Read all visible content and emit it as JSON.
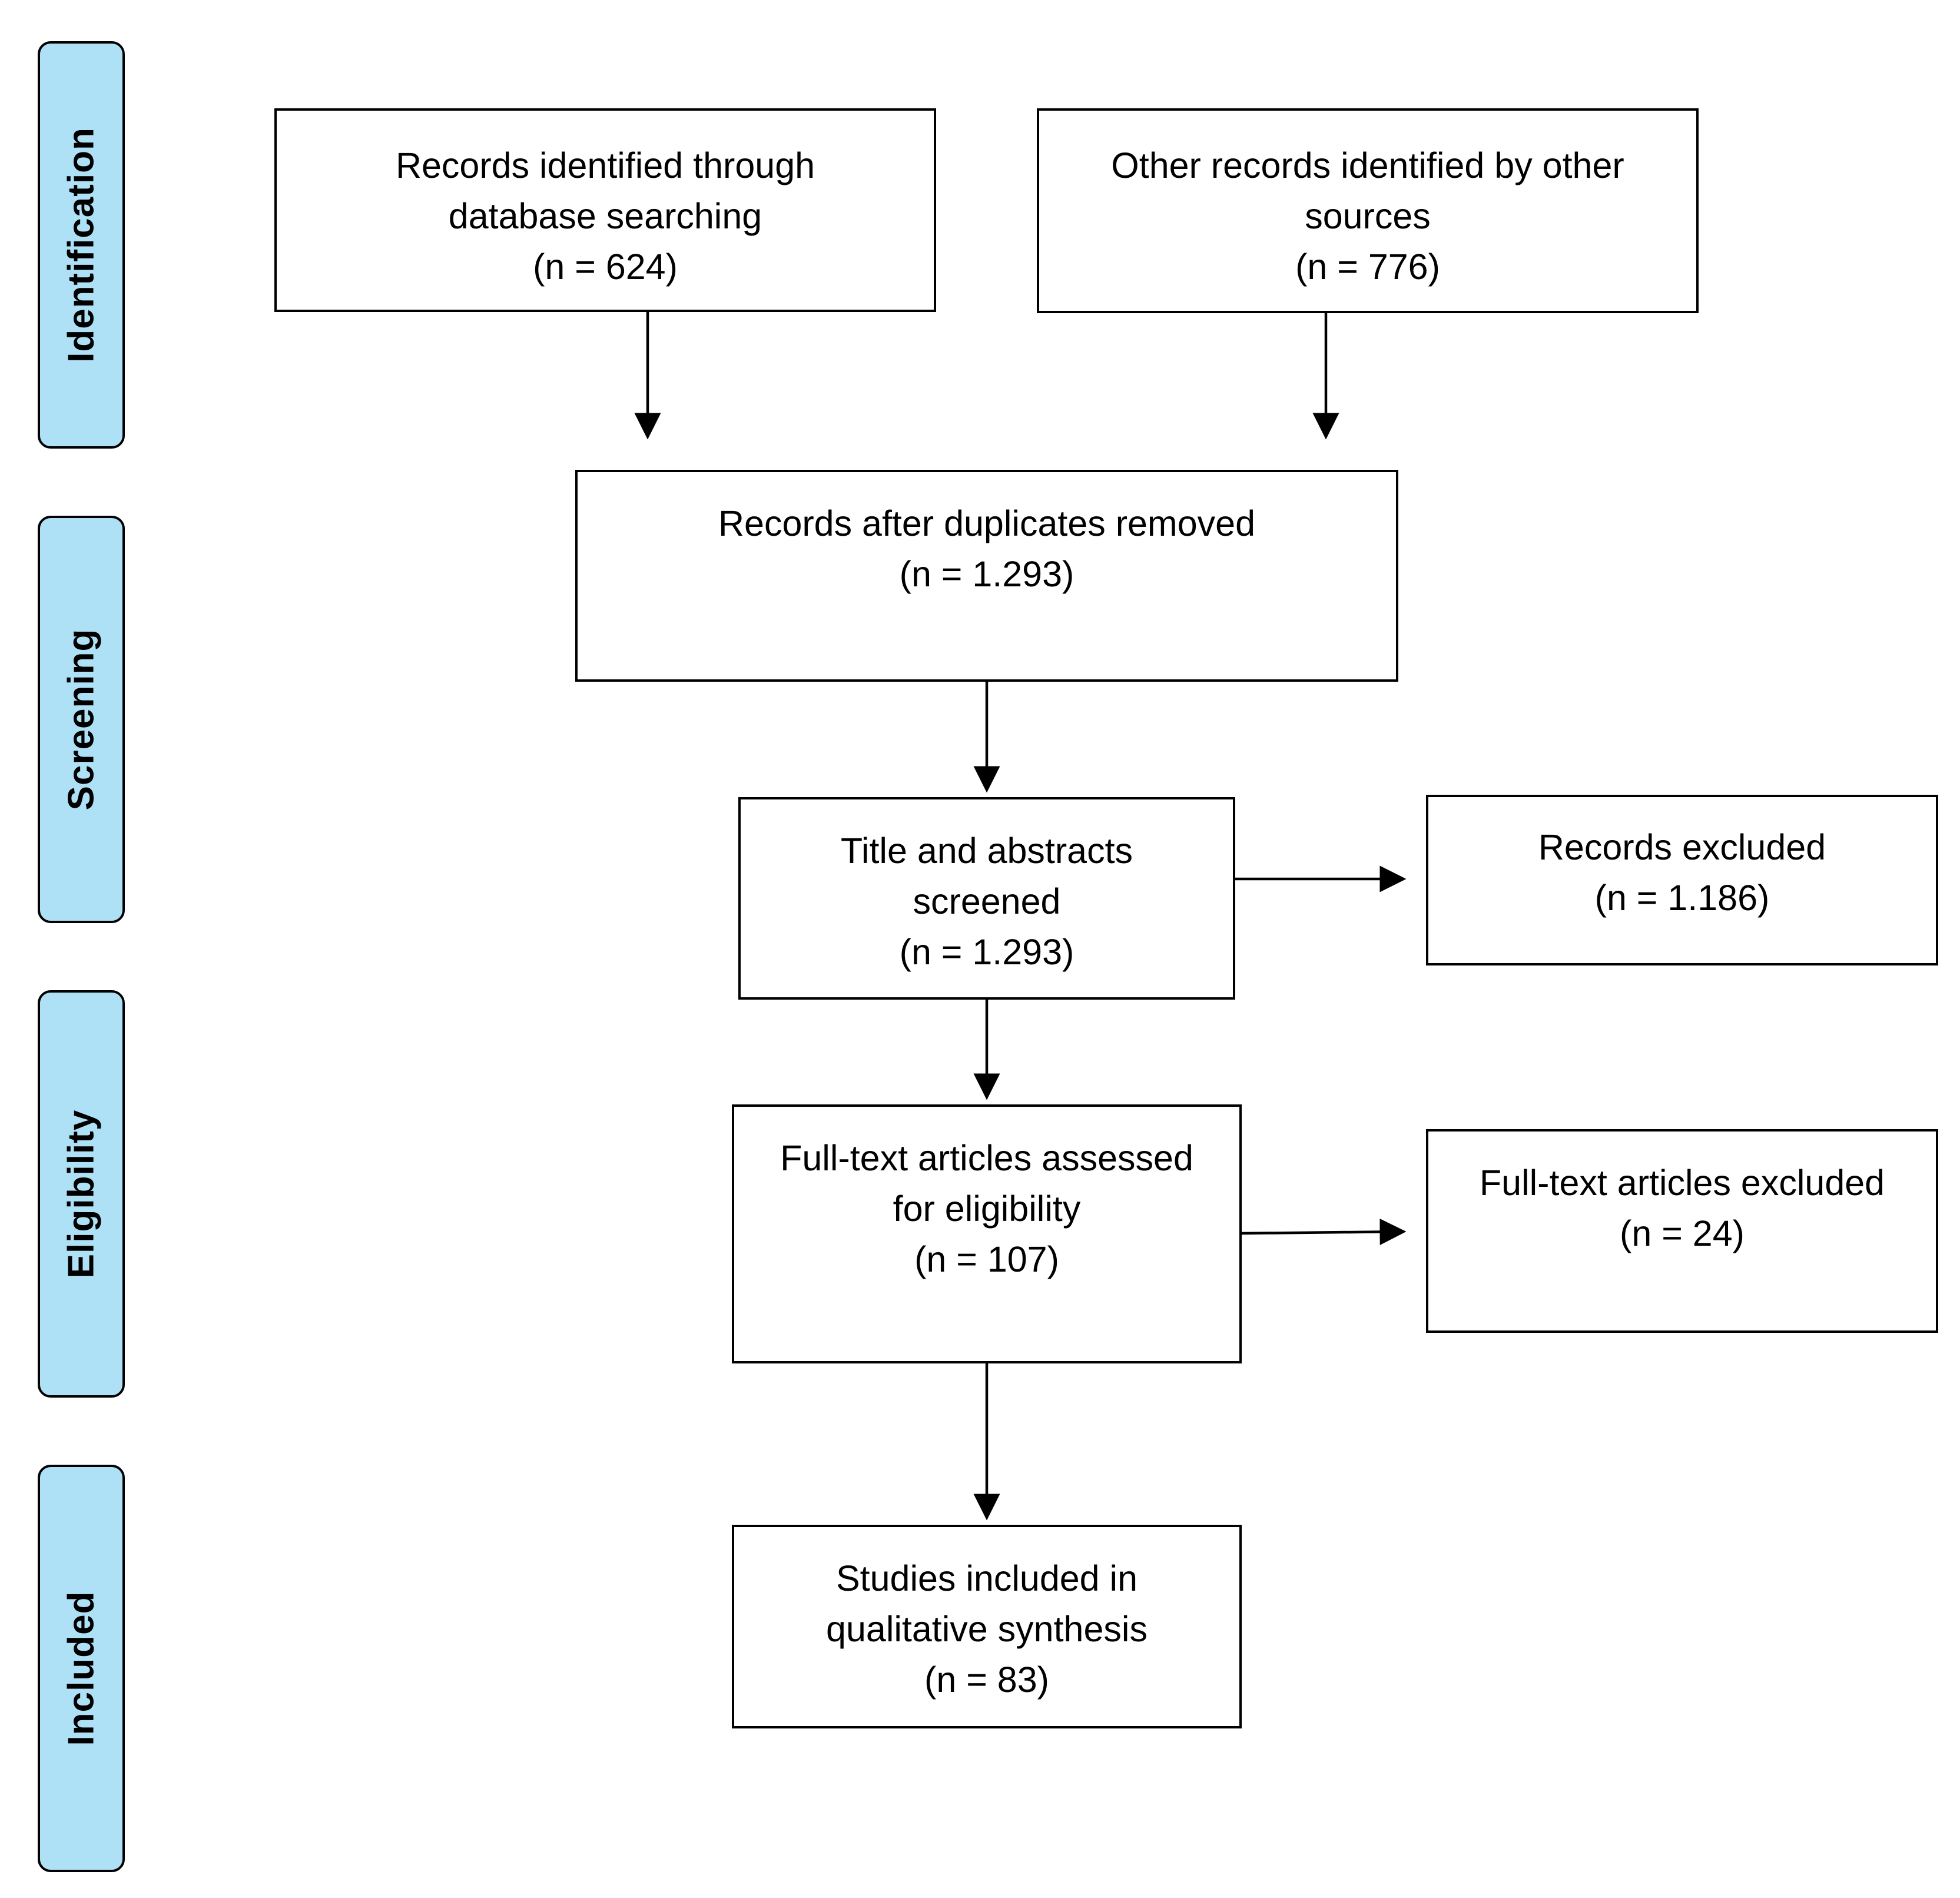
{
  "phases": {
    "identification": "Identification",
    "screening": "Screening",
    "eligibility": "Eligibility",
    "included": "Included"
  },
  "boxes": {
    "database_search": {
      "line1": "Records identified through",
      "line2": "database searching",
      "count": "(n = 624)"
    },
    "other_sources": {
      "line1": "Other records identified by other",
      "line2": "sources",
      "count": "(n = 776)"
    },
    "duplicates_removed": {
      "line1": "Records after duplicates removed",
      "count": "(n = 1.293)"
    },
    "screened": {
      "line1": "Title and abstracts",
      "line2": "screened",
      "count": "(n = 1.293)"
    },
    "records_excluded": {
      "line1": "Records excluded",
      "count": "(n = 1.186)"
    },
    "full_text_assessed": {
      "line1": "Full-text articles assessed",
      "line2": "for eligibility",
      "count": "(n = 107)"
    },
    "full_text_excluded": {
      "line1": "Full-text articles excluded",
      "count": "(n = 24)"
    },
    "included": {
      "line1": "Studies included in",
      "line2": "qualitative synthesis",
      "count": "(n = 83)"
    }
  }
}
